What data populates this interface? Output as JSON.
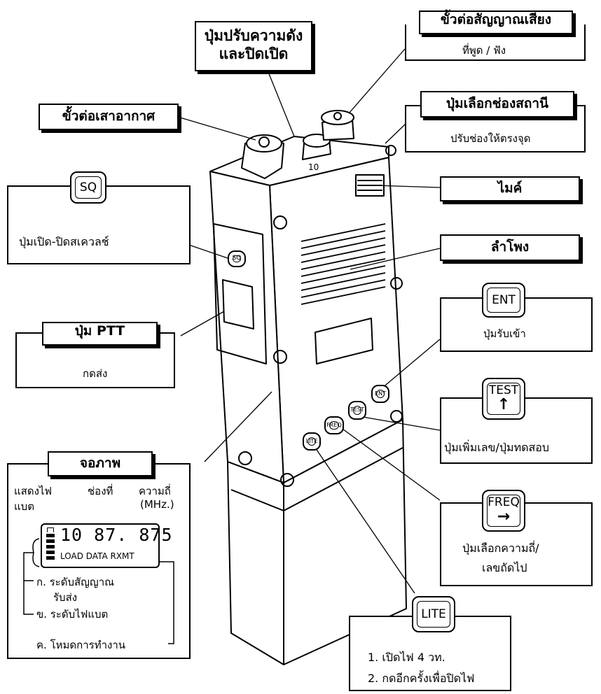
{
  "labels": {
    "volume": {
      "line1": "ปุ่มปรับความดัง",
      "line2": "และปิดเปิด"
    },
    "audio_jack": {
      "title": "ขั้วต่อสัญญาณเสียง",
      "desc": "ที่พูด / ฟัง"
    },
    "antenna": {
      "title": "ขั้วต่อเสาอากาศ"
    },
    "channel": {
      "title": "ปุ่มเลือกช่องสถานี",
      "desc": "ปรับช่องให้ตรงจุด"
    },
    "squelch": {
      "key": "SQ",
      "desc": "ปุ่มเปิด-ปิดสเควลช์"
    },
    "mic": {
      "title": "ไมค์"
    },
    "speaker": {
      "title": "ลำโพง"
    },
    "ent": {
      "key": "ENT",
      "desc": "ปุ่มรับเข้า"
    },
    "ptt": {
      "title": "ปุ่ม  PTT",
      "desc": "กดส่ง"
    },
    "test": {
      "key": "TEST",
      "arrow": "↑",
      "desc": "ปุ่มเพิ่มเลข/ปุ่มทดสอบ"
    },
    "display": {
      "title": "จอภาพ",
      "col1a": "แสดงไฟ",
      "col1b": "แบต",
      "col2": "ช่องที่",
      "col3a": "ความถี่",
      "col3b": "(MHz.)",
      "lcd_digits": "10 87. 875",
      "lcd_status": "LOAD DATA RXMT",
      "item_a1": "ก. ระดับสัญญาณ",
      "item_a2": "รับส่ง",
      "item_b": "ข. ระดับไฟแบต",
      "item_c": "ค. โหมดการทำงาน"
    },
    "freq": {
      "key": "FREQ",
      "arrow": "→",
      "desc1": "ปุ่มเลือกความถี่/",
      "desc2": "เลขถัดไป"
    },
    "lite": {
      "key": "LITE",
      "item1": "1. เปิดไฟ  4  วท.",
      "item2": "2. กดอีกครั้งเพื่อปิดไฟ"
    }
  },
  "radio_keys": [
    "LITE",
    "FREQ",
    "TEST",
    "ENT"
  ],
  "radio_sq": "SQ",
  "knob_label": "10"
}
